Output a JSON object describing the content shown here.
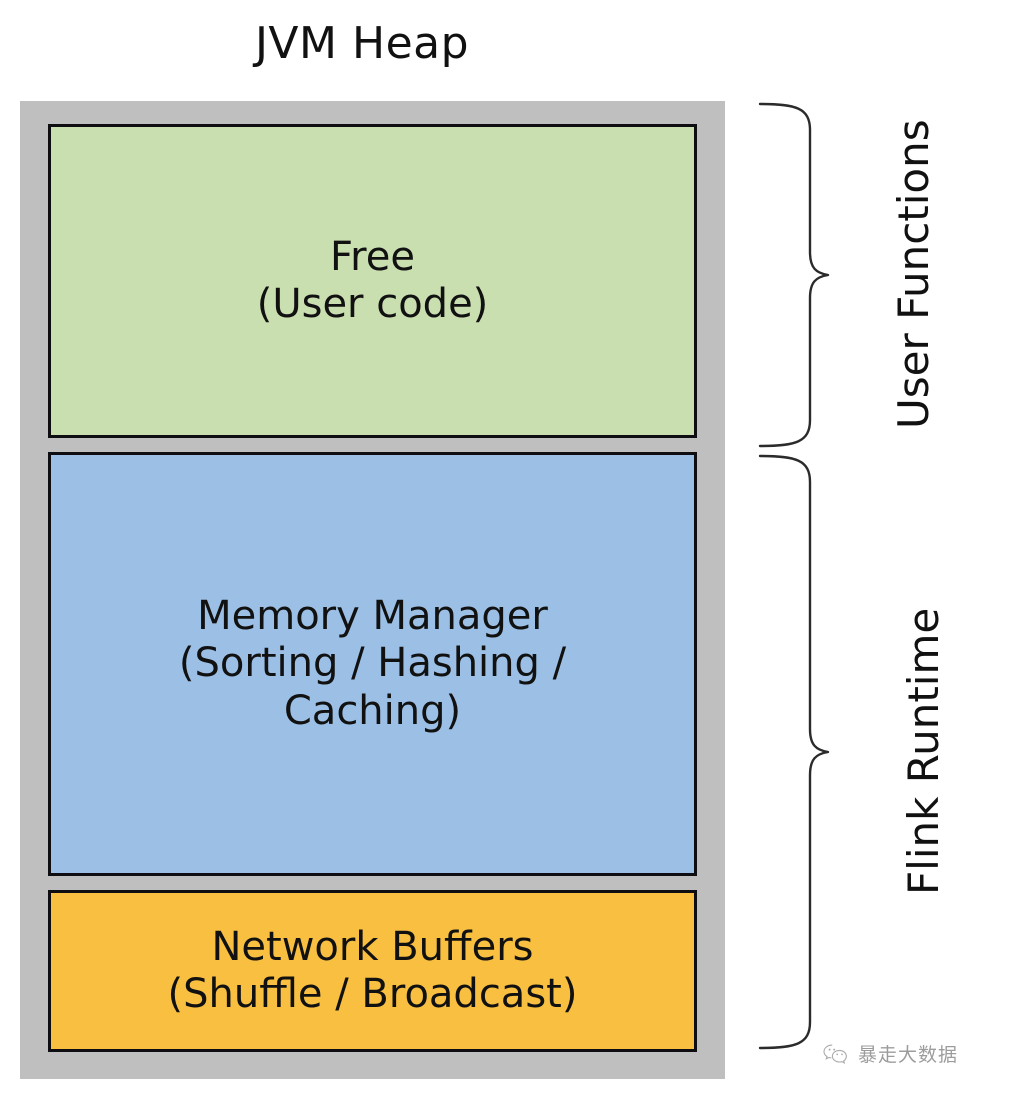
{
  "diagram": {
    "title": "JVM Heap",
    "blocks": [
      {
        "name": "free",
        "line1": "Free",
        "line2": "(User code)",
        "color": "#c9dfb0"
      },
      {
        "name": "memory-manager",
        "line1": "Memory Manager",
        "line2": "(Sorting / Hashing /",
        "line3": "Caching)",
        "color": "#9cc0e5"
      },
      {
        "name": "network-buffers",
        "line1": "Network Buffers",
        "line2": "(Shuffle / Broadcast)",
        "color": "#f8bf40"
      }
    ],
    "groups": [
      {
        "name": "user-functions",
        "line1": "User",
        "line2": "Functions",
        "spans": [
          "free"
        ]
      },
      {
        "name": "flink-runtime",
        "line1": "Flink Runtime",
        "spans": [
          "memory-manager",
          "network-buffers"
        ]
      }
    ],
    "container_color": "#bfbfbf",
    "border_color": "#0d0d12",
    "background_color": "#ffffff"
  },
  "watermark": {
    "icon": "wechat-icon",
    "text": "暴走大数据"
  }
}
